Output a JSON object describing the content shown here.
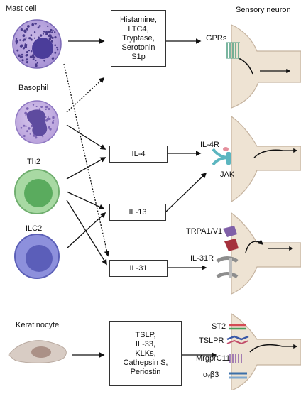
{
  "cells": {
    "mast_cell": "Mast cell",
    "basophil": "Basophil",
    "th2": "Th2",
    "ilc2": "ILC2",
    "keratinocyte": "Keratinocyte"
  },
  "neuron_label": "Sensory neuron",
  "mediators_box": [
    "Histamine,",
    "LTC4,",
    "Tryptase,",
    "Serotonin",
    "S1p"
  ],
  "cytokines": {
    "il4": "IL-4",
    "il13": "IL-13",
    "il31": "IL-31"
  },
  "kerat_box": [
    "TSLP,",
    "IL-33,",
    "KLKs,",
    "Cathepsin S,",
    "Periostin"
  ],
  "receptors": {
    "gprs": "GPRs",
    "il4r": "IL-4R",
    "jak": "JAK",
    "trpa1": "TRPA1/V1",
    "il31r": "IL-31R",
    "st2": "ST2",
    "tslpr": "TSLPR",
    "mrgprc11": "MrgprC11",
    "avb3": "αᵥβ3"
  },
  "colors": {
    "mast": "#5e4d9e",
    "basophil": "#8f76bd",
    "th2": "#7cc07d",
    "ilc2": "#6f72c4",
    "keratinocyte": "#cfc1b8",
    "neuron": "#ece0cf"
  }
}
